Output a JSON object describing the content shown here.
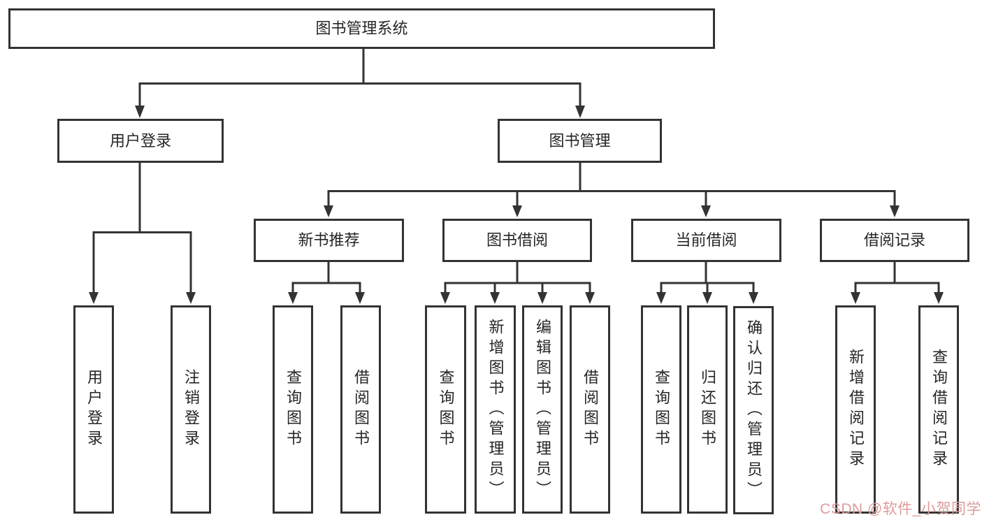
{
  "diagram": {
    "tree": {
      "label": "图书管理系统",
      "children": [
        {
          "label": "用户登录",
          "children": [
            {
              "label": "用户登录"
            },
            {
              "label": "注销登录"
            }
          ]
        },
        {
          "label": "图书管理",
          "children": [
            {
              "label": "新书推荐",
              "children": [
                {
                  "label": "查询图书"
                },
                {
                  "label": "借阅图书"
                }
              ]
            },
            {
              "label": "图书借阅",
              "children": [
                {
                  "label": "查询图书"
                },
                {
                  "label": "新增图书（管理员）"
                },
                {
                  "label": "编辑图书（管理员）"
                },
                {
                  "label": "借阅图书"
                }
              ]
            },
            {
              "label": "当前借阅",
              "children": [
                {
                  "label": "查询图书"
                },
                {
                  "label": "归还图书"
                },
                {
                  "label": "确认归还（管理员）"
                }
              ]
            },
            {
              "label": "借阅记录",
              "children": [
                {
                  "label": "新增借阅记录"
                },
                {
                  "label": "查询借阅记录"
                }
              ]
            }
          ]
        }
      ]
    },
    "colors": {
      "line": "#333333",
      "text": "#262626",
      "background": "#ffffff",
      "watermark": "#de9b9b"
    }
  },
  "watermark": {
    "text": "CSDN @软件_小贺同学"
  }
}
